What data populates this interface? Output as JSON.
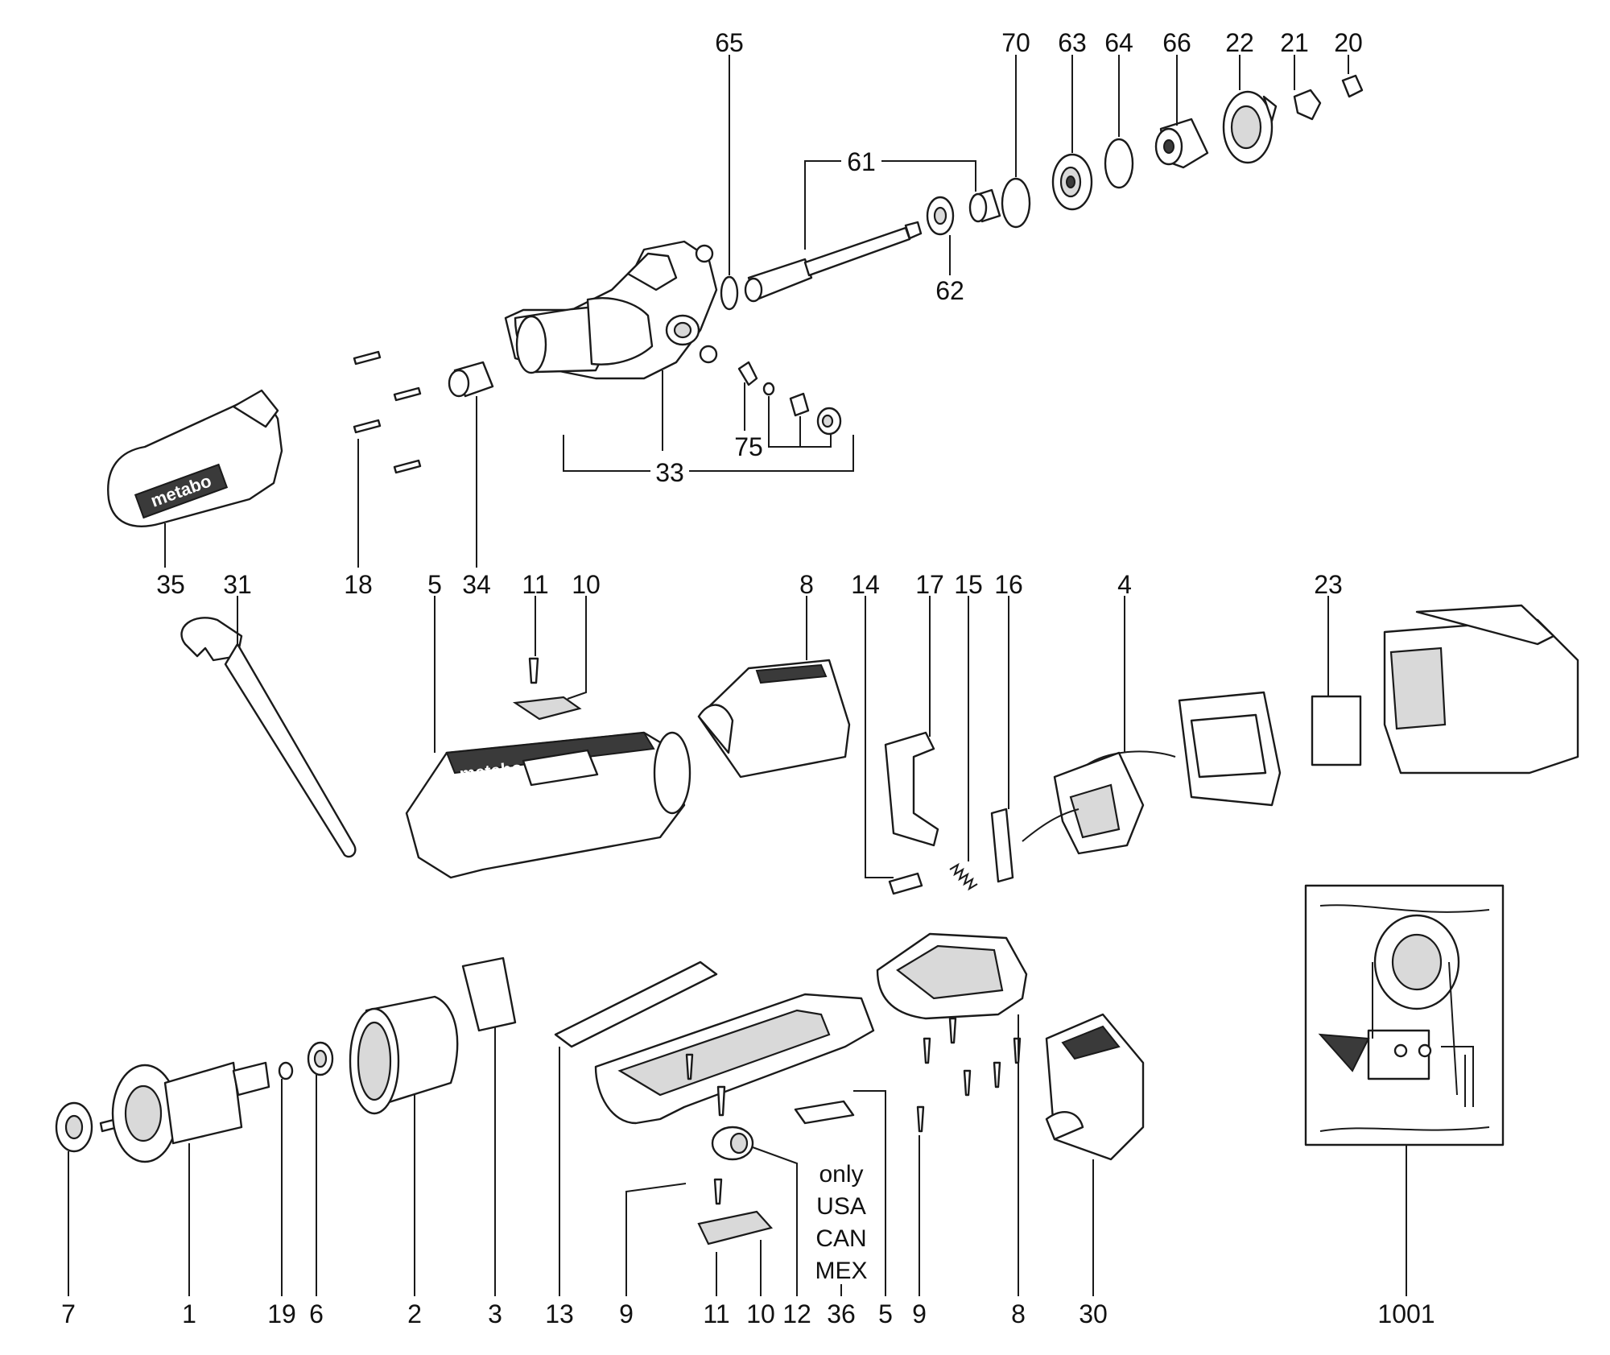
{
  "labels": {
    "p65": "65",
    "p70": "70",
    "p63": "63",
    "p64": "64",
    "p66": "66",
    "p22": "22",
    "p21": "21",
    "p20": "20",
    "p61": "61",
    "p62": "62",
    "p75": "75",
    "p33": "33",
    "p35": "35",
    "p31": "31",
    "p18": "18",
    "p5a": "5",
    "p34": "34",
    "p11a": "11",
    "p10a": "10",
    "p8a": "8",
    "p14": "14",
    "p17": "17",
    "p15": "15",
    "p16": "16",
    "p4": "4",
    "p23": "23",
    "p7": "7",
    "p1": "1",
    "p19": "19",
    "p6": "6",
    "p2": "2",
    "p3": "3",
    "p13": "13",
    "p9a": "9",
    "p11b": "11",
    "p10b": "10",
    "p12": "12",
    "p36": "36",
    "p5b": "5",
    "p9b": "9",
    "p8b": "8",
    "p30": "30",
    "p1001": "1001"
  },
  "note_lines": [
    "only",
    "USA",
    "CAN",
    "MEX"
  ],
  "brand_logo": "metabo",
  "brand_logo_handle": "metabo"
}
